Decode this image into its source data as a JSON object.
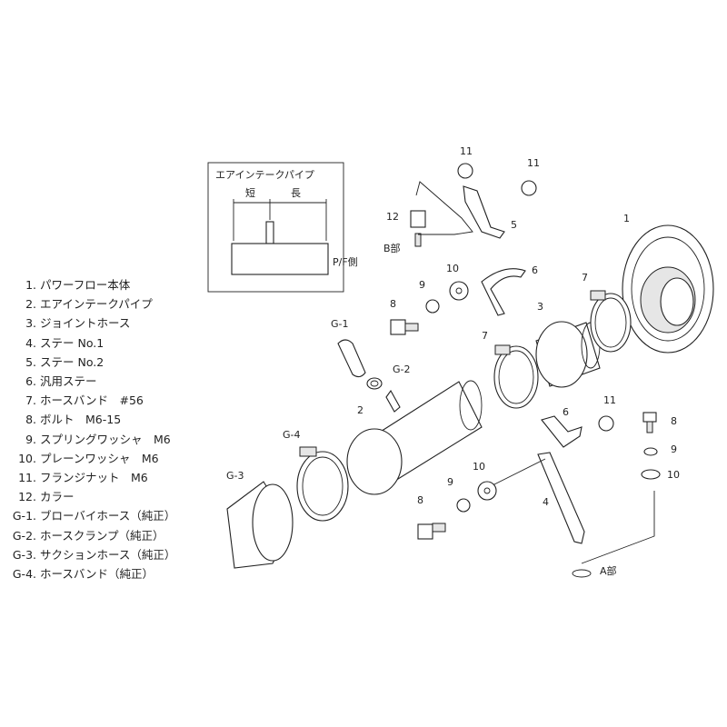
{
  "legend": [
    {
      "num": "1.",
      "label": "パワーフロー本体"
    },
    {
      "num": "2.",
      "label": "エアインテークパイプ"
    },
    {
      "num": "3.",
      "label": "ジョイントホース"
    },
    {
      "num": "4.",
      "label": "ステー No.1"
    },
    {
      "num": "5.",
      "label": "ステー No.2"
    },
    {
      "num": "6.",
      "label": "汎用ステー"
    },
    {
      "num": "7.",
      "label": "ホースバンド　#56"
    },
    {
      "num": "8.",
      "label": "ボルト　M6-15"
    },
    {
      "num": "9.",
      "label": "スプリングワッシャ　M6"
    },
    {
      "num": "10.",
      "label": "プレーンワッシャ　M6"
    },
    {
      "num": "11.",
      "label": "フランジナット　M6"
    },
    {
      "num": "12.",
      "label": "カラー"
    },
    {
      "num": "G-1.",
      "label": "ブローバイホース（純正）"
    },
    {
      "num": "G-2.",
      "label": "ホースクランプ（純正）"
    },
    {
      "num": "G-3.",
      "label": "サクションホース（純正）"
    },
    {
      "num": "G-4.",
      "label": "ホースバンド（純正）"
    }
  ],
  "inset": {
    "title": "エアインテークパイプ",
    "short": "短",
    "long": "長",
    "side": "P/F側"
  },
  "callouts": {
    "c11a": "11",
    "c11b": "11",
    "c12": "12",
    "c5": "5",
    "c1": "1",
    "b_part": "B部",
    "c6a": "6",
    "c10a": "10",
    "c9a": "9",
    "c7a": "7",
    "c8a": "8",
    "c3": "3",
    "g1": "G-1",
    "c7b": "7",
    "g2": "G-2",
    "c2": "2",
    "c11c": "11",
    "c6b": "6",
    "c8b": "8",
    "c9b": "9",
    "c10b": "10",
    "g4": "G-4",
    "g3": "G-3",
    "c10c": "10",
    "c9c": "9",
    "c8c": "8",
    "c4": "4",
    "a_part": "A部"
  }
}
